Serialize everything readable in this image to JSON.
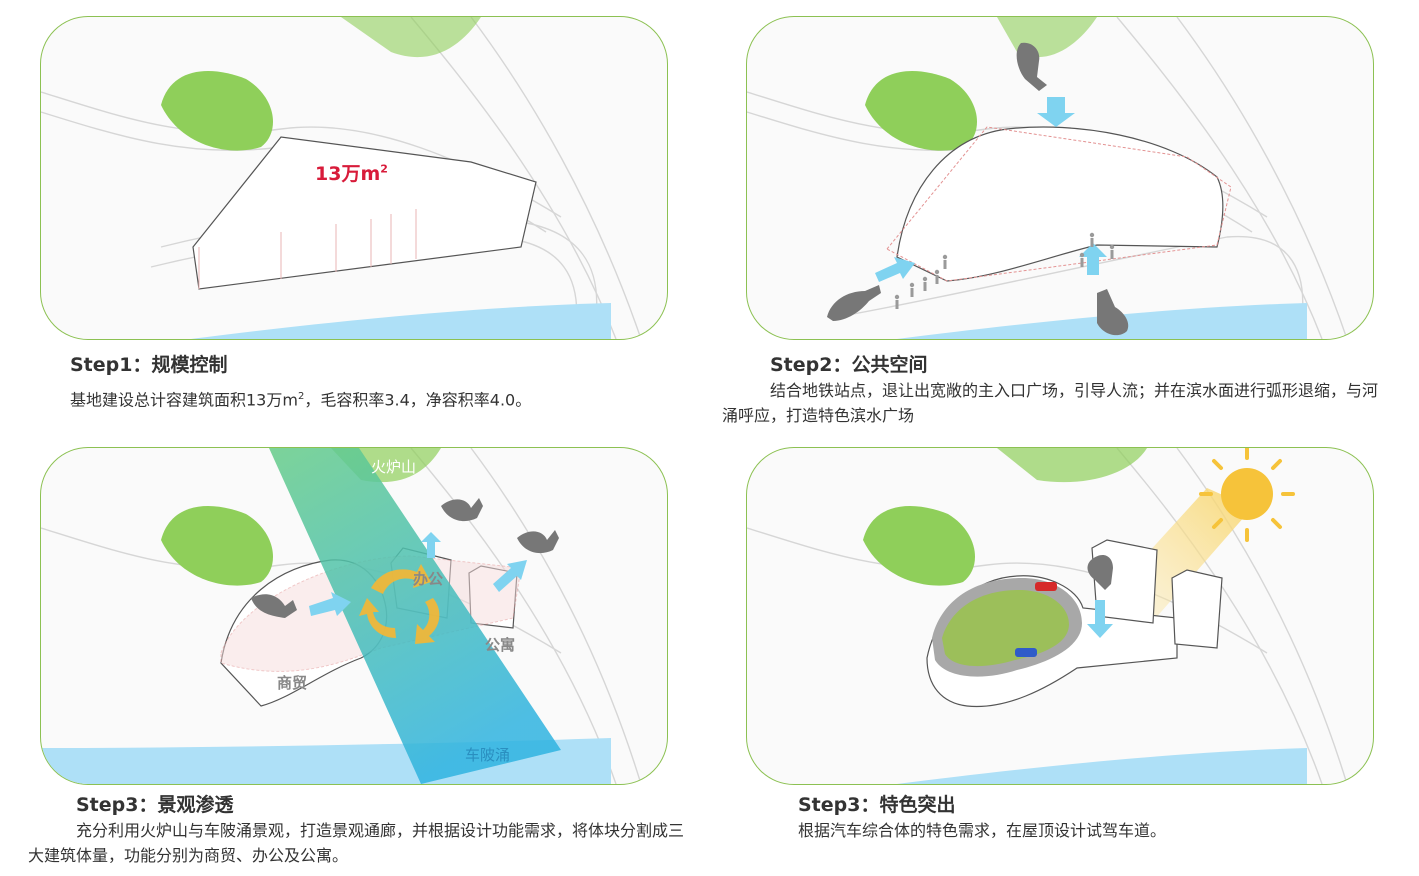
{
  "panel1": {
    "area_label": "13万m",
    "area_sup": "2",
    "title": "Step1：规模控制",
    "text_a": "基地建设总计容建筑面积13万m",
    "text_sup": "2",
    "text_b": "，毛容积率3.4，净容积率4.0。"
  },
  "panel2": {
    "title": "Step2：公共空间",
    "text": "结合地铁站点，退让出宽敞的主入口广场，引导人流；并在滨水面进行弧形退缩，与河涌呼应，打造特色滨水广场"
  },
  "panel3": {
    "label_mountain": "火炉山",
    "label_office": "办公",
    "label_apartment": "公寓",
    "label_commerce": "商贸",
    "label_river": "车陂涌",
    "title": "Step3：景观渗透",
    "text": "充分利用火炉山与车陂涌景观，打造景观通廊，并根据设计功能需求，将体块分割成三大建筑体量，功能分别为商贸、办公及公寓。"
  },
  "panel4": {
    "title": "Step3：特色突出",
    "text": "根据汽车综合体的特色需求，在屋顶设计试驾车道。"
  },
  "colors": {
    "border": "#8cc152",
    "hill": "#8fcf5a",
    "water": "#aee0f7",
    "area_label": "#d81b3a",
    "arrow_blue": "#7fd3f0",
    "corridor_green": "#66cc88",
    "corridor_blue": "#2fb3e0",
    "sun": "#f6c33a"
  },
  "icons": [
    "hand-pointer-icon",
    "arrow-icon",
    "person-icon",
    "sun-icon",
    "car-icon",
    "circulation-arrows-icon"
  ]
}
